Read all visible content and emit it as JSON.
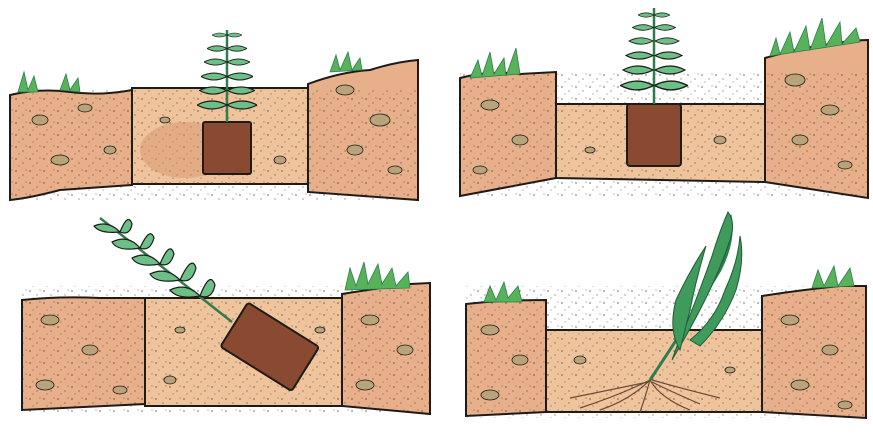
{
  "illustration": {
    "panels": [
      {
        "id": "panel-1",
        "subject": "seedling-in-root-block-upright-in-pit"
      },
      {
        "id": "panel-2",
        "subject": "seedling-in-root-block-set-into-pit-floor"
      },
      {
        "id": "panel-3",
        "subject": "seedling-in-root-block-tilted-into-pit"
      },
      {
        "id": "panel-4",
        "subject": "bare-root-seedling-with-spread-roots-in-pit"
      }
    ],
    "colors": {
      "soil": "#e8b08a",
      "soil_dark": "#c98a62",
      "pit": "#efc49d",
      "outline": "#1e1a17",
      "leaf": "#6cbf86",
      "leaf_dark": "#2f7d4f",
      "grass": "#57b25a",
      "root_block": "#8a4a32",
      "pebble": "#b9a37a",
      "background": "#ffffff"
    }
  }
}
